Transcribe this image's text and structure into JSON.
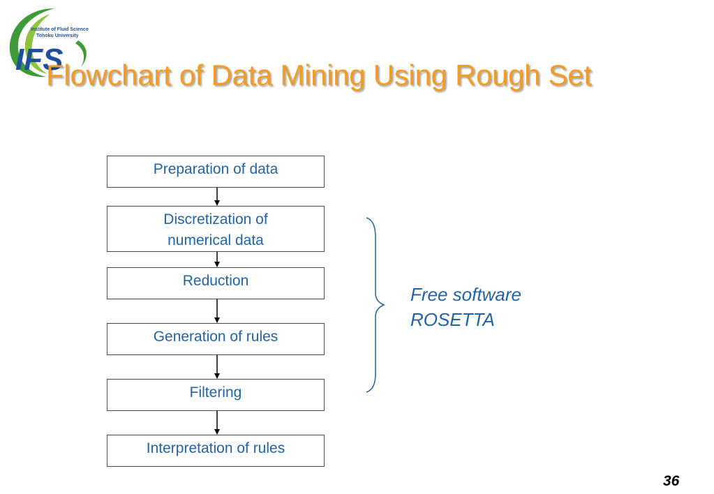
{
  "logo": {
    "line1": "Institute of Fluid Science",
    "line2": "Tohoku University",
    "mark": "IFS"
  },
  "title": "Flowchart of Data Mining Using Rough Set",
  "steps": [
    {
      "lines": [
        "Preparation of data"
      ]
    },
    {
      "lines": [
        "Discretization of",
        "numerical data"
      ]
    },
    {
      "lines": [
        "Reduction"
      ]
    },
    {
      "lines": [
        "Generation of rules"
      ]
    },
    {
      "lines": [
        "Filtering"
      ]
    },
    {
      "lines": [
        "Interpretation of rules"
      ]
    }
  ],
  "software_note": {
    "line1": "Free software",
    "line2": "ROSETTA"
  },
  "page_number": "36",
  "colors": {
    "title": "#f29b26",
    "text": "#1f64a8",
    "brace": "#1f64a8",
    "logo_green": "#3f9a3a",
    "logo_blue": "#1d4f9c"
  }
}
